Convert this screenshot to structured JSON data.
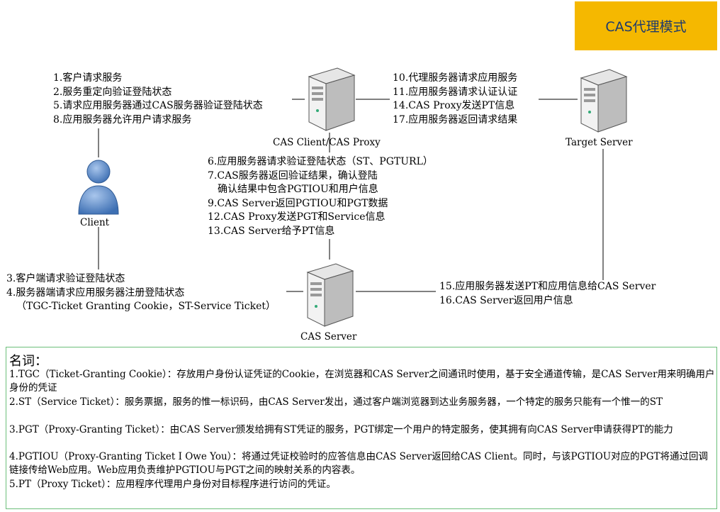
{
  "title": "CAS代理模式",
  "nodes": {
    "proxy": "CAS Client/CAS Proxy",
    "target": "Target Server",
    "client": "Client",
    "server": "CAS Server"
  },
  "steps_client_proxy": [
    "1.客户请求服务",
    "2.服务重定向验证登陆状态",
    "5.请求应用服务器通过CAS服务器验证登陆状态",
    "8.应用服务器允许用户请求服务"
  ],
  "steps_proxy_target": [
    "10.代理服务器请求应用服务",
    "11.应用服务器请求认证认证",
    "14.CAS Proxy发送PT信息",
    "17.应用服务器返回请求结果"
  ],
  "steps_proxy_server": [
    "6.应用服务器请求验证登陆状态（ST、PGTURL）",
    "7.CAS服务器返回验证结果，确认登陆",
    "确认结果中包含PGTIOU和用户信息",
    "9.CAS Server返回PGTIOU和PGT数据",
    "12.CAS Proxy发送PGT和Service信息",
    "13.CAS Server给予PT信息"
  ],
  "steps_client_server": [
    "3.客户端请求验证登陆状态",
    "4.服务器端请求应用服务器注册登陆状态",
    "（TGC-Ticket Granting Cookie，ST-Service Ticket）"
  ],
  "steps_target_server": [
    "15.应用服务器发送PT和应用信息给CAS Server",
    "16.CAS Server返回用户信息"
  ],
  "glossary": {
    "title": "名词：",
    "items": [
      "1.TGC（Ticket-Granting Cookie）：存放用户身份认证凭证的Cookie，在浏览器和CAS Server之间通讯时使用，基于安全通道传输，是CAS Server用来明确用户身份的凭证",
      "2.ST（Service Ticket）：服务票据，服务的惟一标识码，由CAS Server发出，通过客户端浏览器到达业务服务器，一个特定的服务只能有一个惟一的ST",
      "3.PGT（Proxy-Granting Ticket）：由CAS Server颁发给拥有ST凭证的服务，PGT绑定一个用户的特定服务，使其拥有向CAS Server申请获得PT的能力",
      "4.PGTIOU（Proxy-Granting Ticket I Owe You）：将通过凭证校验时的应答信息由CAS Server返回给CAS Client。同时，与该PGTIOU对应的PGT将通过回调链接传给Web应用。Web应用负责维护PGTIOU与PGT之间的映射关系的内容表。",
      "5.PT（Proxy Ticket）：应用程序代理用户身份对目标程序进行访问的凭证。"
    ]
  },
  "colors": {
    "title_bg": "#f5b800",
    "title_text": "#1d3a6e",
    "glossary_border": "#6cbf7a",
    "person": "#5a88c6"
  }
}
